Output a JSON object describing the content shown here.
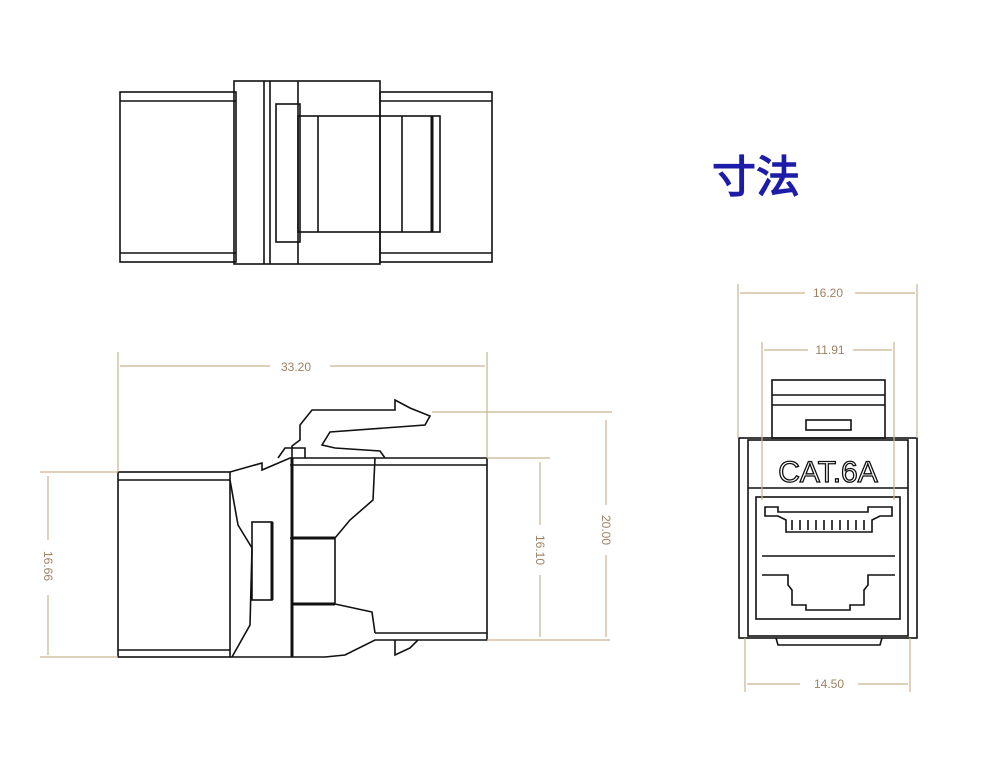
{
  "title": "寸法",
  "side_view": {
    "overall_length": "33.20",
    "left_height": "16.66",
    "body_height": "16.10",
    "total_height": "20.00"
  },
  "front_view": {
    "outer_width": "16.20",
    "tab_width": "11.91",
    "bottom_width": "14.50",
    "label": "CAT.6A"
  },
  "colors": {
    "title": "#1c1ca8",
    "dimension": "#c9b48f",
    "outline": "#111111"
  }
}
